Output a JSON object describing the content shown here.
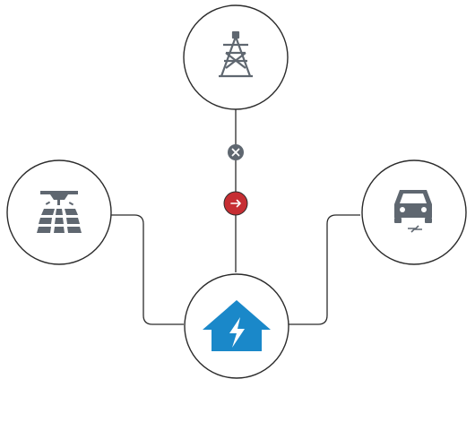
{
  "diagram": {
    "nodes": [
      {
        "id": "grid",
        "icon": "power-tower-icon"
      },
      {
        "id": "solar",
        "icon": "solar-panel-icon"
      },
      {
        "id": "ev",
        "icon": "electric-car-icon"
      },
      {
        "id": "home",
        "icon": "smart-home-icon"
      }
    ],
    "connectors": [
      {
        "from": "grid",
        "to": "home",
        "indicators": [
          "disconnected-status-icon",
          "flow-direction-icon"
        ]
      },
      {
        "from": "solar",
        "to": "home"
      },
      {
        "from": "home",
        "to": "ev"
      }
    ],
    "indicators": {
      "disconnected": {
        "icon": "close-icon",
        "color": "#5f6770"
      },
      "flow": {
        "icon": "arrow-right-icon",
        "color": "#c62e33"
      }
    },
    "colors": {
      "line": "#2b2b2b",
      "icon": "#5f6770",
      "home": "#1a88c9"
    }
  }
}
